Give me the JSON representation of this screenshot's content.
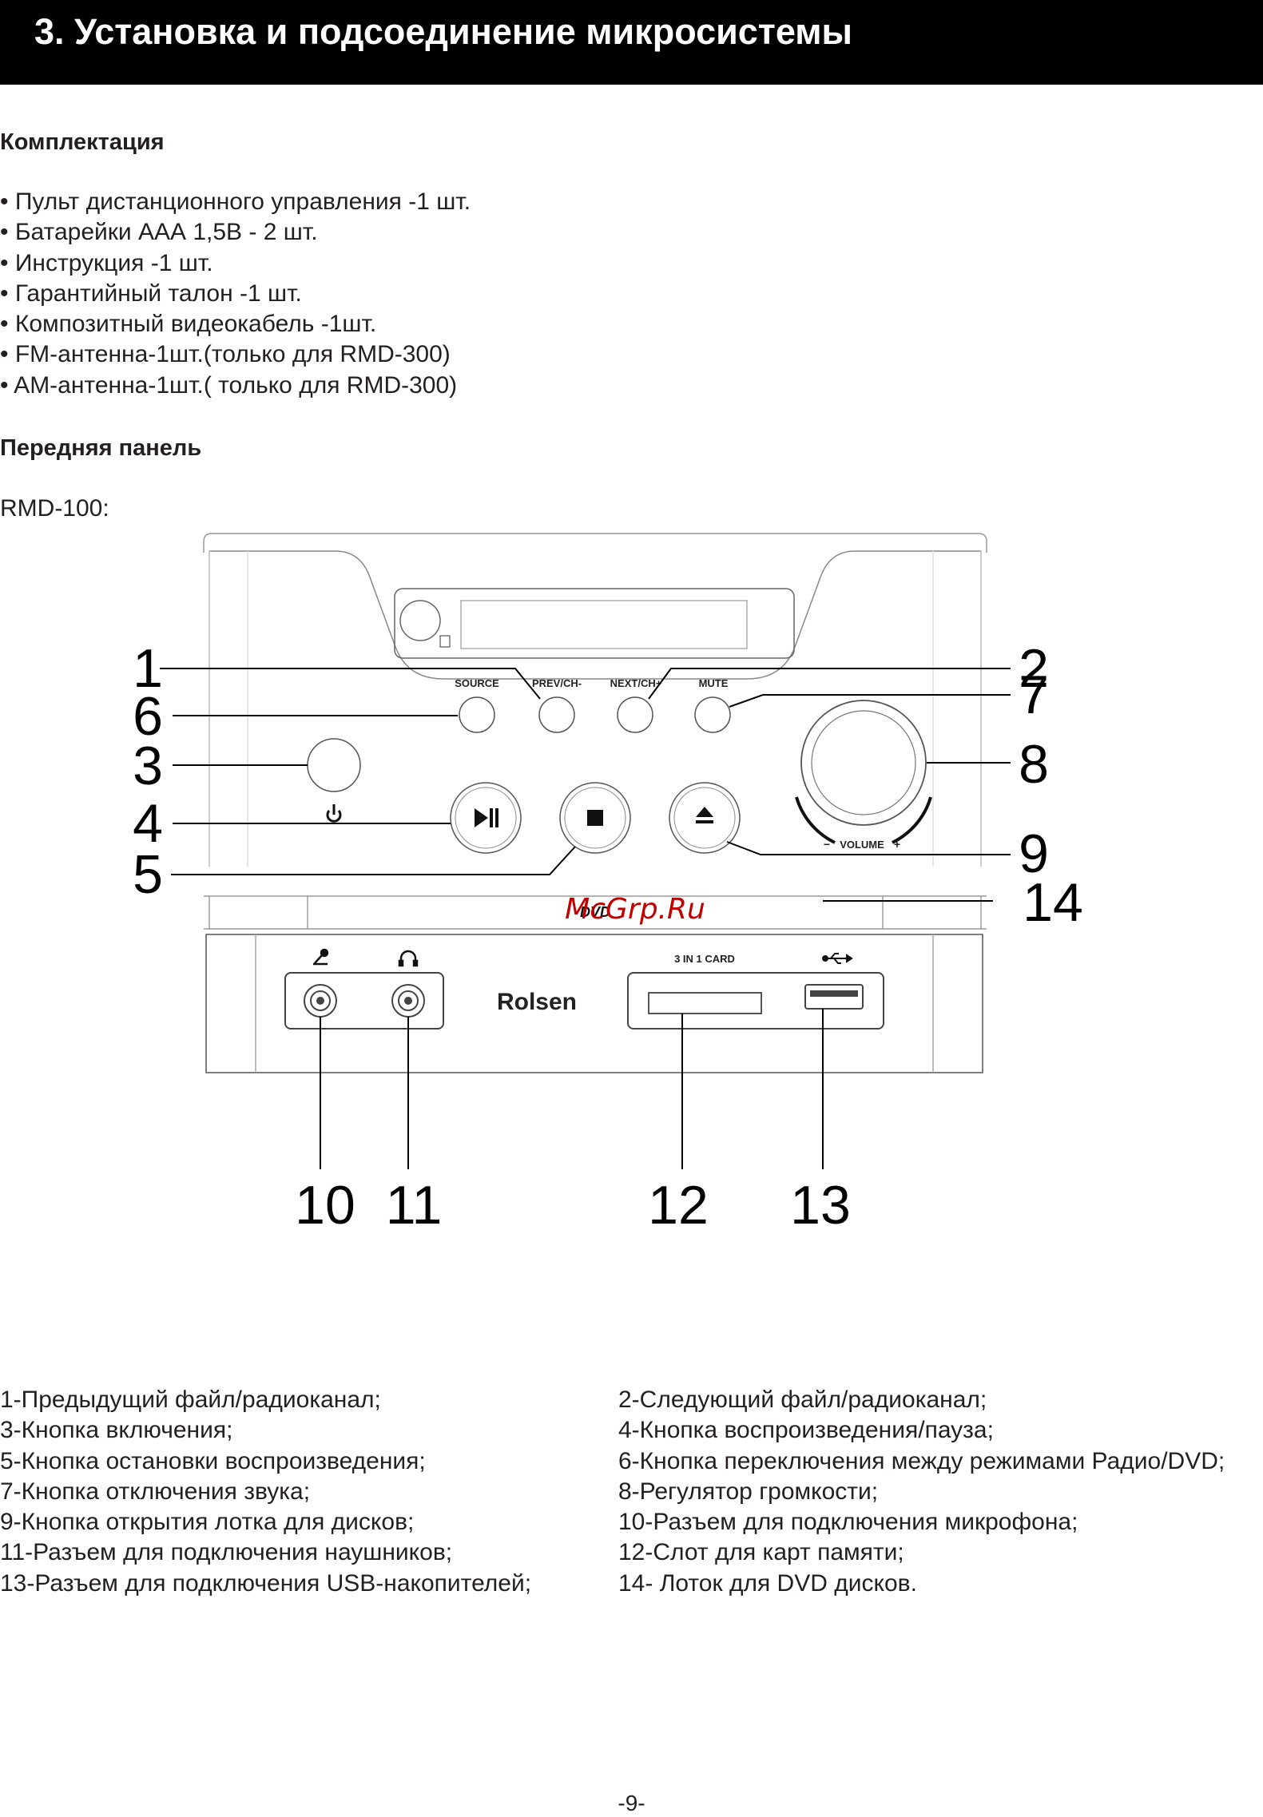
{
  "header": {
    "title": "3. Установка и подсоединение микросистемы"
  },
  "package": {
    "heading": "Комплектация",
    "items": [
      "• Пульт дистанционного управления -1 шт.",
      "• Батарейки ААА 1,5В - 2 шт.",
      "• Инструкция -1 шт.",
      "• Гарантийный талон -1 шт.",
      "• Композитный видеокабель -1шт.",
      "• FM-антенна-1шт.(только для RMD-300)",
      "• AM-антенна-1шт.( только для RMD-300)"
    ]
  },
  "front_panel": {
    "heading": "Передняя панель",
    "model": "RMD-100:"
  },
  "device": {
    "btn_source": "SOURCE",
    "btn_prev": "PREV/CH-",
    "btn_next": "NEXT/CH+",
    "btn_mute": "MUTE",
    "volume_label": "VOLUME",
    "volume_minus": "−",
    "volume_plus": "+",
    "card_label": "3 IN 1 CARD",
    "brand": "Rolsen",
    "dvd_label": "DVD",
    "watermark": "McGrp.Ru"
  },
  "callouts": {
    "n1": "1",
    "n2": "2",
    "n3": "3",
    "n4": "4",
    "n5": "5",
    "n6": "6",
    "n7": "7",
    "n8": "8",
    "n9": "9",
    "n10": "10",
    "n11": "11",
    "n12": "12",
    "n13": "13",
    "n14": "14"
  },
  "legend": {
    "left": [
      "1-Предыдущий файл/радиоканал;",
      "3-Кнопка включения;",
      "5-Кнопка остановки воспроизведения;",
      "7-Кнопка отключения звука;",
      "9-Кнопка открытия лотка для дисков;",
      "11-Разъем для подключения наушников;",
      "13-Разъем для подключения USB-накопителей;"
    ],
    "right": [
      "2-Следующий файл/радиоканал;",
      "4-Кнопка воспроизведения/пауза;",
      "6-Кнопка переключения между режимами Радио/DVD;",
      "8-Регулятор громкости;",
      "10-Разъем для подключения микрофона;",
      "12-Слот для карт памяти;",
      "14- Лоток для DVD дисков."
    ]
  },
  "page_number": "-9-"
}
